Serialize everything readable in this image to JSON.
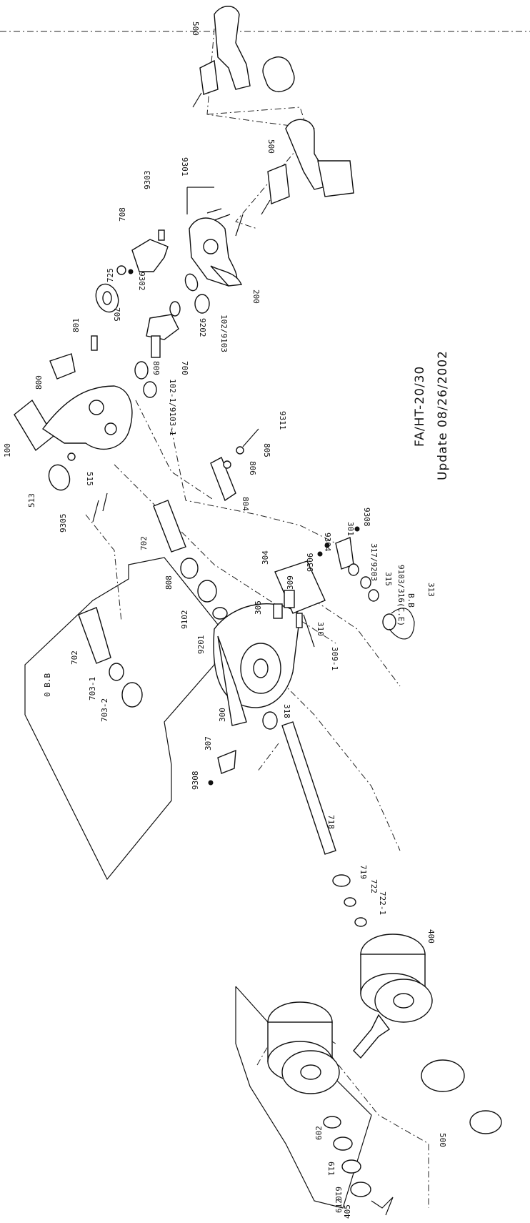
{
  "title": {
    "model": "FA/HT-20/30",
    "update": "Update 08/26/2002"
  },
  "labels": {
    "l500a": "500",
    "l500b": "500",
    "l500c": "500",
    "l9301": "9301",
    "l9303": "9303",
    "l708": "708",
    "l725": "725",
    "l9302": "9302",
    "l705": "705",
    "l801": "801",
    "l809": "809",
    "l700": "700",
    "l9202": "9202",
    "l102_9103": "102/9103",
    "l200": "200",
    "l800": "800",
    "l102_1": "102-1/9103-1",
    "l100": "100",
    "l513": "513",
    "l515": "515",
    "l804": "804",
    "l806": "806",
    "l805": "805",
    "l9311": "9311",
    "l9305": "9305",
    "l702a": "702",
    "l702b": "702",
    "l808": "808",
    "l9102": "9102",
    "l9201": "9201",
    "l0bb": "0 B.B",
    "l703_1": "703-1",
    "l703_2": "703-2",
    "l304": "304",
    "l9306": "9306",
    "l9304": "9304",
    "l301": "301",
    "l9308a": "9308",
    "l317": "317/9203",
    "l315": "315",
    "l9103_316": "9103/316(C.E)",
    "lbb": "B.B",
    "l313": "313",
    "l305": "305",
    "l309": "309",
    "l310": "310",
    "l309_1": "309-1",
    "l300": "300",
    "l318": "318",
    "l307": "307",
    "l9308b": "9308",
    "l718": "718",
    "l719": "719",
    "l722": "722",
    "l722_1": "722-1",
    "l400": "400",
    "l602": "602",
    "l611": "611",
    "l610": "610",
    "l612": "612",
    "l405": "405"
  }
}
